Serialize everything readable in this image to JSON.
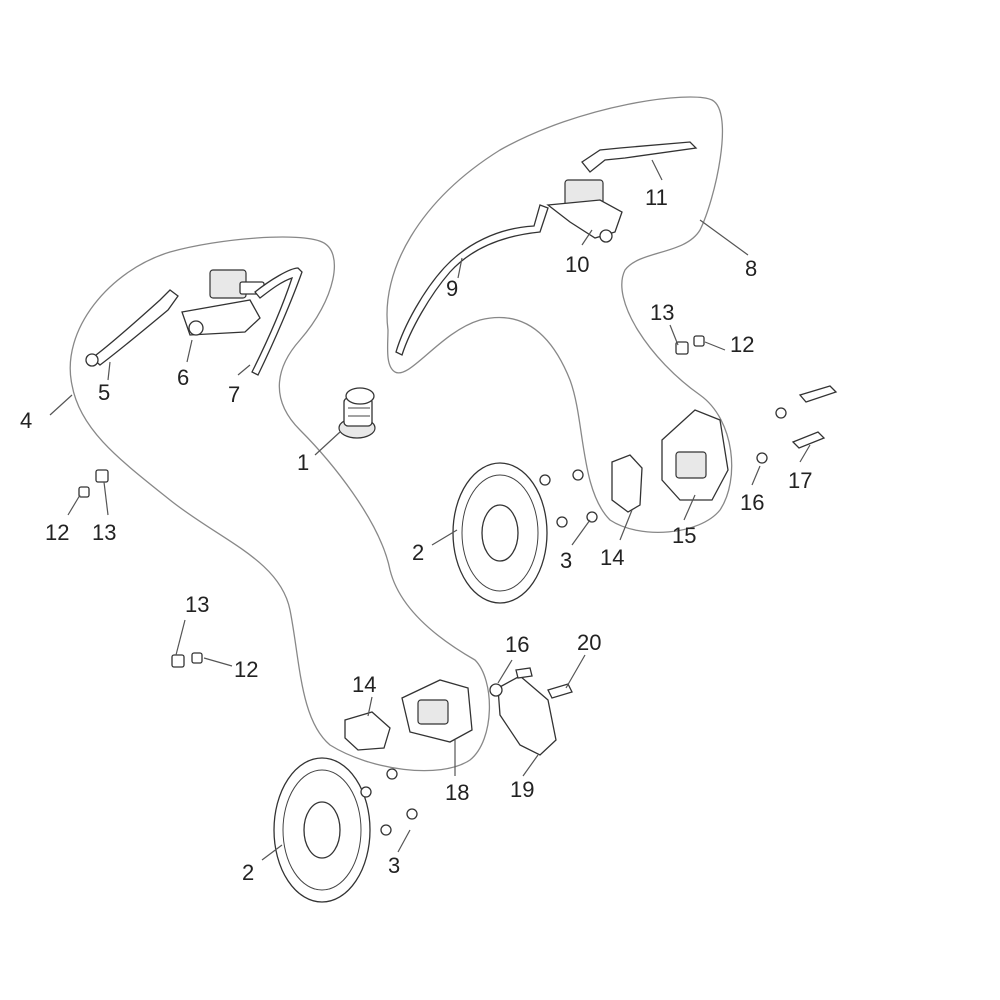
{
  "diagram": {
    "callouts": [
      {
        "id": "c1",
        "text": "1"
      },
      {
        "id": "c2a",
        "text": "2"
      },
      {
        "id": "c2b",
        "text": "2"
      },
      {
        "id": "c3a",
        "text": "3"
      },
      {
        "id": "c3b",
        "text": "3"
      },
      {
        "id": "c4",
        "text": "4"
      },
      {
        "id": "c5",
        "text": "5"
      },
      {
        "id": "c6",
        "text": "6"
      },
      {
        "id": "c7",
        "text": "7"
      },
      {
        "id": "c8",
        "text": "8"
      },
      {
        "id": "c9",
        "text": "9"
      },
      {
        "id": "c10",
        "text": "10"
      },
      {
        "id": "c11",
        "text": "11"
      },
      {
        "id": "c12a",
        "text": "12"
      },
      {
        "id": "c12b",
        "text": "12"
      },
      {
        "id": "c12c",
        "text": "12"
      },
      {
        "id": "c13a",
        "text": "13"
      },
      {
        "id": "c13b",
        "text": "13"
      },
      {
        "id": "c13c",
        "text": "13"
      },
      {
        "id": "c14a",
        "text": "14"
      },
      {
        "id": "c14b",
        "text": "14"
      },
      {
        "id": "c15",
        "text": "15"
      },
      {
        "id": "c16a",
        "text": "16"
      },
      {
        "id": "c16b",
        "text": "16"
      },
      {
        "id": "c17",
        "text": "17"
      },
      {
        "id": "c18",
        "text": "18"
      },
      {
        "id": "c19",
        "text": "19"
      },
      {
        "id": "c20",
        "text": "20"
      }
    ]
  }
}
